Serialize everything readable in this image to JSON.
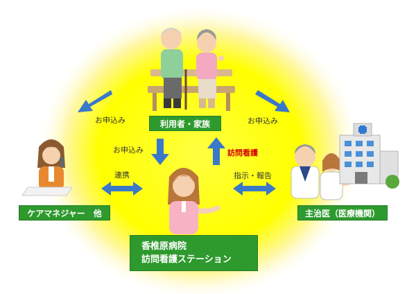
{
  "nodes": {
    "user_family": "利用者・家族",
    "care_manager": "ケアマネジャー　他",
    "doctor": "主治医（医療機関）",
    "station_line1": "香椎原病院",
    "station_line2": "訪問看護ステーション"
  },
  "edges": {
    "apply_left": "お申込み",
    "apply_right": "お申込み",
    "apply_down": "お申込み",
    "home_nursing": "訪問看護",
    "cooperation": "連携",
    "instruction_report": "指示・報告"
  },
  "colors": {
    "glow": "#ffff00",
    "box": "#2e9a2e",
    "arrow": "#3a78c9",
    "accent_text": "#d40000"
  }
}
